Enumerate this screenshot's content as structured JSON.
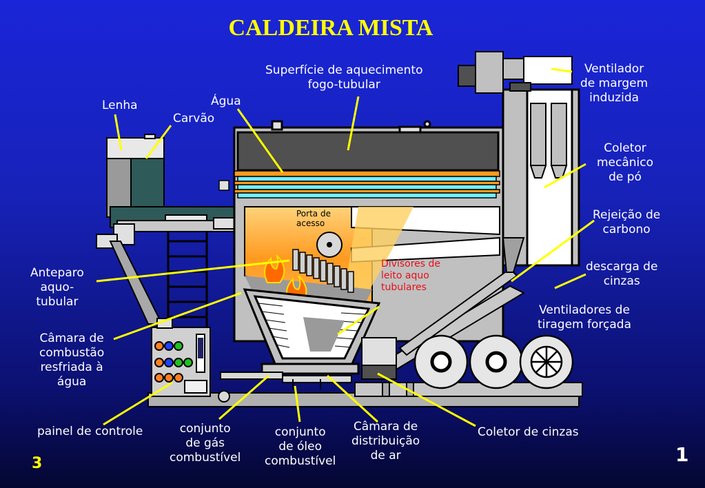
{
  "title": "CALDEIRA MISTA",
  "labels": {
    "superficie": "Superfície de aquecimento\nfogo-tubular",
    "agua": "Água",
    "lenha": "Lenha",
    "carvao": "Carvão",
    "ventilador_margem": "Ventilador\nde margem\ninduzida",
    "coletor_mecanico": "Coletor\nmecânico\nde pó",
    "rejeicao": "Rejeição de\ncarbono",
    "descarga": "descarga de\ncinzas",
    "ventiladores_tiragem": "Ventiladores de\ntiragem forçada",
    "anteparo": "Anteparo\naquo-\ntubular",
    "camara_combustao": "Câmara de\ncombustão\nresfriada à\nágua",
    "painel": "painel de controle",
    "conjunto_gas": "conjunto\nde gás\ncombustível",
    "conjunto_oleo": "conjunto\nde óleo\ncombustível",
    "camara_distribuicao": "Câmara de\ndistribuição\nde ar",
    "coletor_cinzas": "Coletor de cinzas",
    "porta_acesso": "Porta de\nacesso",
    "divisores": "Divisores de\nleito aquo\ntubulares"
  },
  "slide_number_left": "3",
  "slide_number_right": "1",
  "colors": {
    "title": "#ffff00",
    "label": "#ffffff",
    "leader_line": "#ffff00",
    "divisores_text": "#e8101a"
  }
}
